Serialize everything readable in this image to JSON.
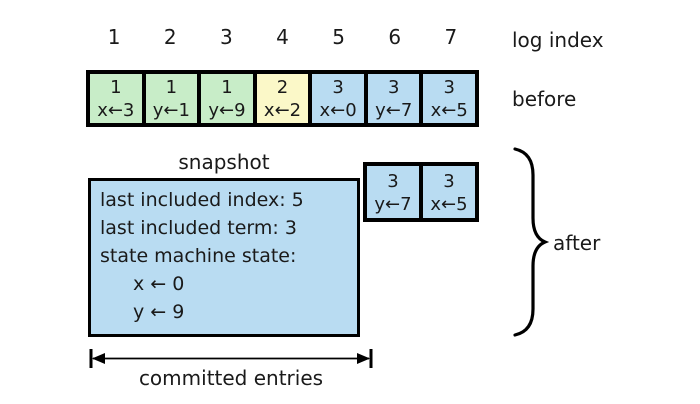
{
  "labels": {
    "log_index": "log index",
    "before": "before",
    "snapshot": "snapshot",
    "after": "after",
    "committed_entries": "committed entries"
  },
  "log_indices": [
    "1",
    "2",
    "3",
    "4",
    "5",
    "6",
    "7"
  ],
  "before_row": {
    "cells": [
      {
        "term": "1",
        "cmd": "x←3",
        "color": "term1"
      },
      {
        "term": "1",
        "cmd": "y←1",
        "color": "term1"
      },
      {
        "term": "1",
        "cmd": "y←9",
        "color": "term1"
      },
      {
        "term": "2",
        "cmd": "x←2",
        "color": "term2"
      },
      {
        "term": "3",
        "cmd": "x←0",
        "color": "term3"
      },
      {
        "term": "3",
        "cmd": "y←7",
        "color": "term3"
      },
      {
        "term": "3",
        "cmd": "x←5",
        "color": "term3"
      }
    ]
  },
  "after_row": {
    "cells": [
      {
        "term": "3",
        "cmd": "y←7",
        "color": "term3"
      },
      {
        "term": "3",
        "cmd": "x←5",
        "color": "term3"
      }
    ]
  },
  "snapshot": {
    "fill": "snapshot_fill",
    "lines": [
      "last included index: 5",
      "last included term: 3",
      "state machine state:",
      "x ← 0",
      "y ← 9"
    ]
  },
  "colors": {
    "term1": "#c8edc8",
    "term2": "#fbf8c8",
    "term3": "#b9dcf2",
    "snapshot_fill": "#b9dcf2",
    "border": "#000000",
    "text": "#1a1a1a",
    "background": "#ffffff"
  }
}
